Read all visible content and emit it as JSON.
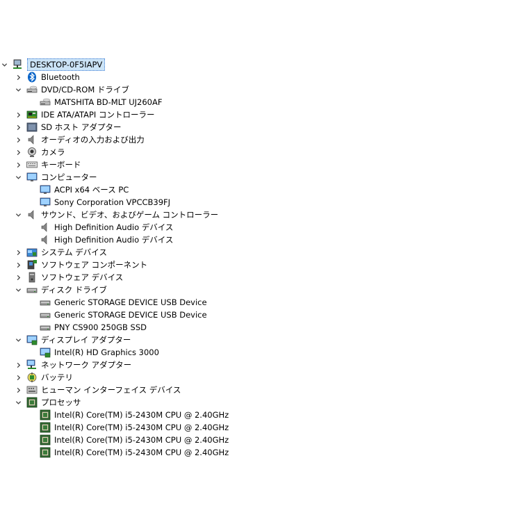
{
  "tree": [
    {
      "name": "desktop",
      "label": "DESKTOP-0F5IAPV",
      "level": 0,
      "chevron": "down",
      "icon": "computer-network-icon"
    },
    {
      "name": "bluetooth",
      "label": "Bluetooth",
      "level": 1,
      "chevron": "right",
      "icon": "bluetooth-icon"
    },
    {
      "name": "dvd-rom",
      "label": "DVD/CD-ROM ドライブ",
      "level": 1,
      "chevron": "down",
      "icon": "optical-drive-icon"
    },
    {
      "name": "matshita",
      "label": "MATSHITA BD-MLT UJ260AF",
      "level": 2,
      "chevron": "none",
      "icon": "optical-drive-icon"
    },
    {
      "name": "ide-ata",
      "label": "IDE ATA/ATAPI コントローラー",
      "level": 1,
      "chevron": "right",
      "icon": "controller-icon"
    },
    {
      "name": "sd-host",
      "label": "SD ホスト アダプター",
      "level": 1,
      "chevron": "right",
      "icon": "sd-card-icon"
    },
    {
      "name": "audio-io",
      "label": "オーディオの入力および出力",
      "level": 1,
      "chevron": "right",
      "icon": "speaker-icon"
    },
    {
      "name": "camera",
      "label": "カメラ",
      "level": 1,
      "chevron": "right",
      "icon": "webcam-icon"
    },
    {
      "name": "keyboard",
      "label": "キーボード",
      "level": 1,
      "chevron": "right",
      "icon": "keyboard-icon"
    },
    {
      "name": "computer",
      "label": "コンピューター",
      "level": 1,
      "chevron": "down",
      "icon": "monitor-icon"
    },
    {
      "name": "acpi",
      "label": "ACPI x64 ベース PC",
      "level": 2,
      "chevron": "none",
      "icon": "monitor-icon"
    },
    {
      "name": "sony",
      "label": "Sony Corporation VPCCB39FJ",
      "level": 2,
      "chevron": "none",
      "icon": "monitor-icon"
    },
    {
      "name": "sound-video-game",
      "label": "サウンド、ビデオ、およびゲーム コントローラー",
      "level": 1,
      "chevron": "down",
      "icon": "speaker-icon"
    },
    {
      "name": "hd-audio-1",
      "label": "High Definition Audio デバイス",
      "level": 2,
      "chevron": "none",
      "icon": "speaker-icon"
    },
    {
      "name": "hd-audio-2",
      "label": "High Definition Audio デバイス",
      "level": 2,
      "chevron": "none",
      "icon": "speaker-icon"
    },
    {
      "name": "system-devices",
      "label": "システム デバイス",
      "level": 1,
      "chevron": "right",
      "icon": "system-folder-icon"
    },
    {
      "name": "software-components",
      "label": "ソフトウェア コンポーネント",
      "level": 1,
      "chevron": "right",
      "icon": "software-component-icon"
    },
    {
      "name": "software-devices",
      "label": "ソフトウェア デバイス",
      "level": 1,
      "chevron": "right",
      "icon": "software-device-icon"
    },
    {
      "name": "disk-drives",
      "label": "ディスク ドライブ",
      "level": 1,
      "chevron": "down",
      "icon": "disk-drive-icon"
    },
    {
      "name": "generic-usb-1",
      "label": "Generic STORAGE DEVICE USB Device",
      "level": 2,
      "chevron": "none",
      "icon": "disk-drive-icon"
    },
    {
      "name": "generic-usb-2",
      "label": "Generic STORAGE DEVICE USB Device",
      "level": 2,
      "chevron": "none",
      "icon": "disk-drive-icon"
    },
    {
      "name": "pny-ssd",
      "label": "PNY CS900 250GB SSD",
      "level": 2,
      "chevron": "none",
      "icon": "disk-drive-icon"
    },
    {
      "name": "display-adapters",
      "label": "ディスプレイ アダプター",
      "level": 1,
      "chevron": "down",
      "icon": "display-adapter-icon"
    },
    {
      "name": "intel-hd",
      "label": "Intel(R) HD Graphics 3000",
      "level": 2,
      "chevron": "none",
      "icon": "display-adapter-icon"
    },
    {
      "name": "network-adapters",
      "label": "ネットワーク アダプター",
      "level": 1,
      "chevron": "right",
      "icon": "network-adapter-icon"
    },
    {
      "name": "battery",
      "label": "バッテリ",
      "level": 1,
      "chevron": "right",
      "icon": "battery-icon"
    },
    {
      "name": "hid",
      "label": "ヒューマン インターフェイス デバイス",
      "level": 1,
      "chevron": "right",
      "icon": "hid-icon"
    },
    {
      "name": "processors",
      "label": "プロセッサ",
      "level": 1,
      "chevron": "down",
      "icon": "processor-icon"
    },
    {
      "name": "cpu-1",
      "label": "Intel(R) Core(TM) i5-2430M CPU @ 2.40GHz",
      "level": 2,
      "chevron": "none",
      "icon": "processor-icon"
    },
    {
      "name": "cpu-2",
      "label": "Intel(R) Core(TM) i5-2430M CPU @ 2.40GHz",
      "level": 2,
      "chevron": "none",
      "icon": "processor-icon"
    },
    {
      "name": "cpu-3",
      "label": "Intel(R) Core(TM) i5-2430M CPU @ 2.40GHz",
      "level": 2,
      "chevron": "none",
      "icon": "processor-icon"
    },
    {
      "name": "cpu-4",
      "label": "Intel(R) Core(TM) i5-2430M CPU @ 2.40GHz",
      "level": 2,
      "chevron": "none",
      "icon": "processor-icon"
    }
  ],
  "colors": {
    "selection_bg": "#cce4f7",
    "selection_border": "#3a7bd5",
    "bluetooth": "#0a64c8",
    "chevron": "#444444"
  }
}
